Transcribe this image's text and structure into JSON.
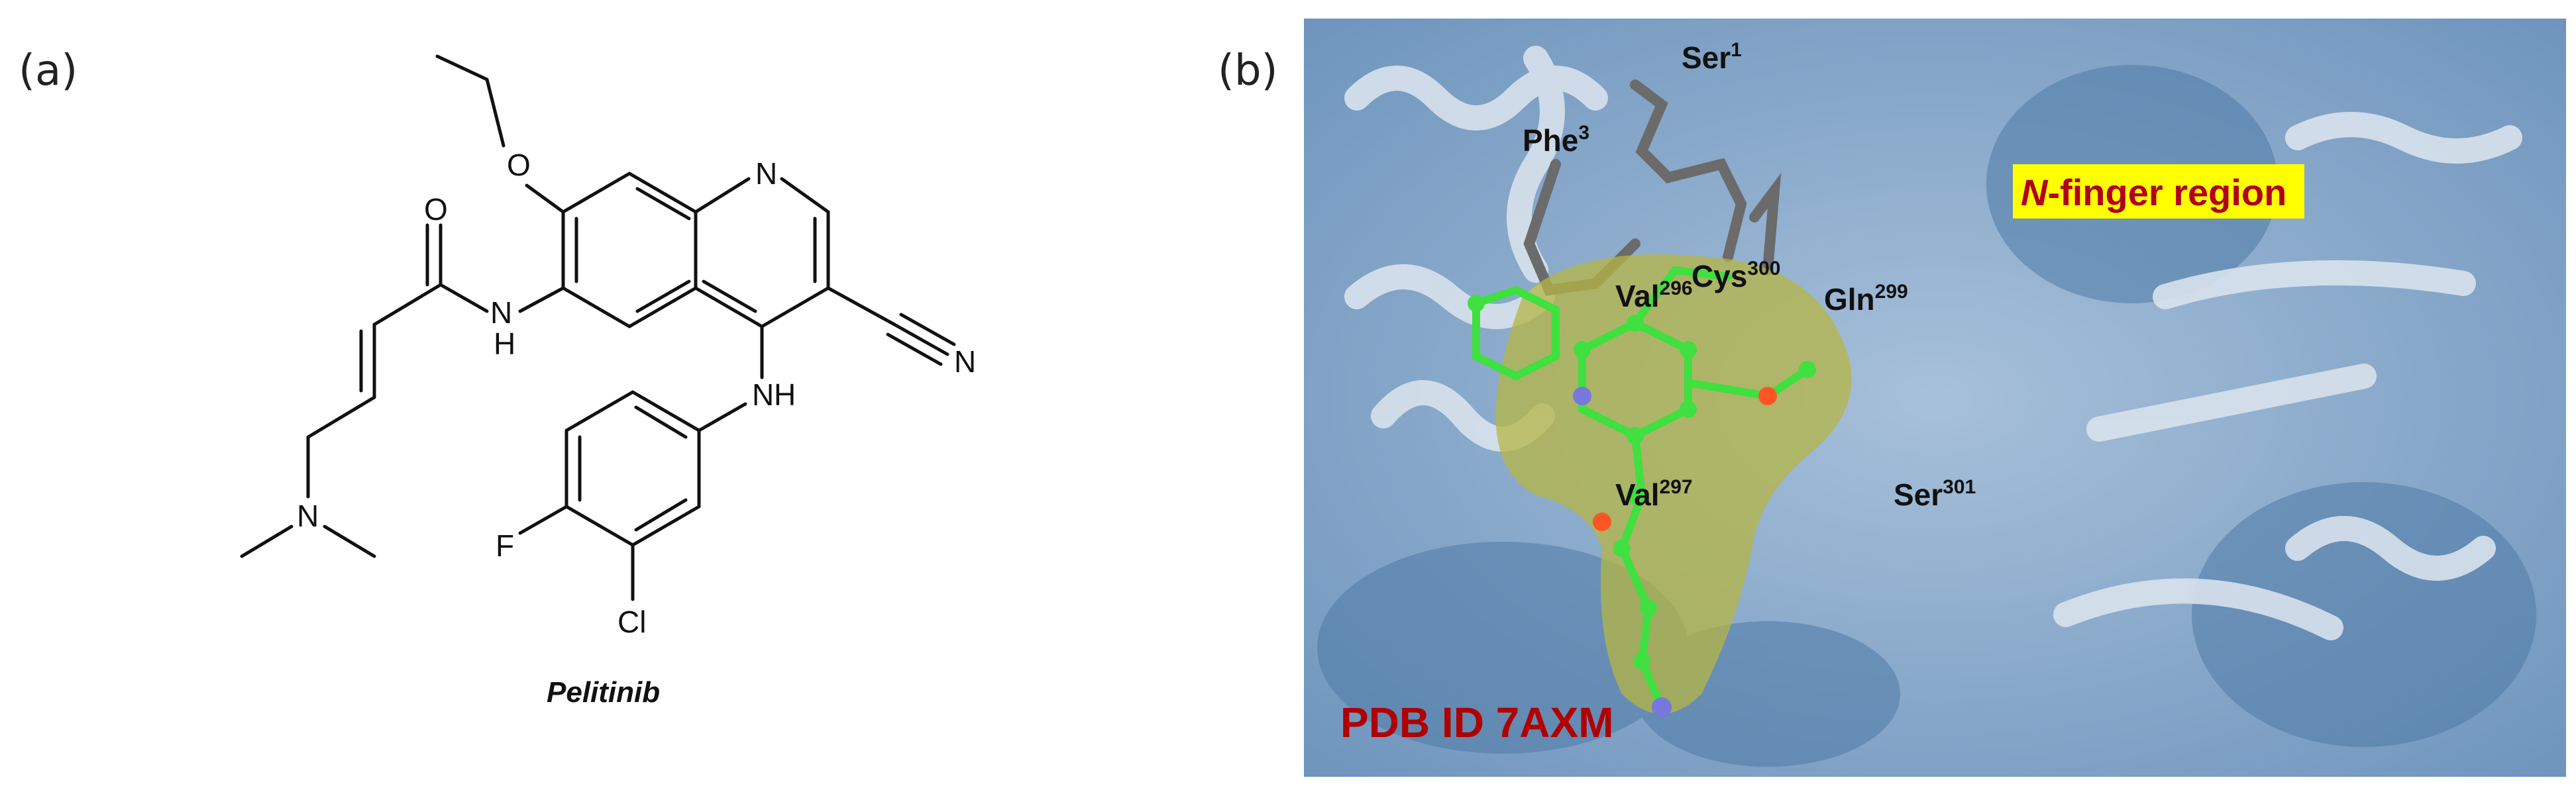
{
  "panel_a": {
    "label": "(a)",
    "molecule_name": "Pelitinib",
    "atoms": {
      "O1": "O",
      "O2": "O",
      "N1": "N",
      "N2": "N",
      "N3": "N",
      "N4": "N",
      "NH1": "H",
      "NH2": "H",
      "F": "F",
      "Cl": "Cl",
      "NH2N": "N",
      "NH1N": "N"
    }
  },
  "panel_b": {
    "label": "(b)",
    "pdb_id": "PDB ID 7AXM",
    "region_label_italic": "N",
    "region_label_rest": "-finger region",
    "residues": [
      {
        "name": "Ser",
        "number": "1"
      },
      {
        "name": "Phe",
        "number": "3"
      },
      {
        "name": "Cys",
        "number": "300"
      },
      {
        "name": "Gln",
        "number": "299"
      },
      {
        "name": "Val",
        "number": "296"
      },
      {
        "name": "Val",
        "number": "297"
      },
      {
        "name": "Ser",
        "number": "301"
      }
    ]
  },
  "colors": {
    "protein_surface": "#7fa3c8",
    "protein_ribbon": "#c8d5e3",
    "ligand_carbon": "#3fe03f",
    "ligand_surface": "#a8a83a",
    "region_highlight": "#ffff00",
    "label_red": "#b00000"
  }
}
